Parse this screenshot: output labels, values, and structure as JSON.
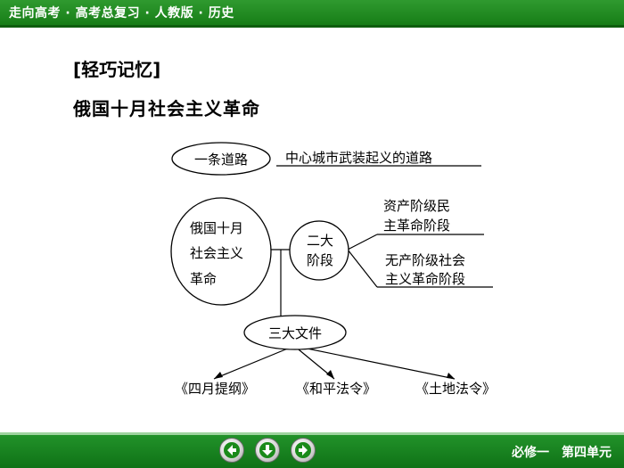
{
  "header": {
    "title": "走向高考 · 高考总复习 · 人教版 · 历史"
  },
  "content": {
    "heading1": "[轻巧记忆]",
    "heading2": "俄国十月社会主义革命"
  },
  "diagram": {
    "center_lines": [
      "俄国十月",
      "社会主义",
      "革命"
    ],
    "road_label": "一条道路",
    "road_text": "中心城市武装起义的道路",
    "stages_lines": [
      "二大",
      "阶段"
    ],
    "stage1_lines": [
      "资产阶级民",
      "主革命阶段"
    ],
    "stage2_lines": [
      "无产阶级社会",
      "主义革命阶段"
    ],
    "docs_label": "三大文件",
    "docs": [
      "《四月提纲》",
      "《和平法令》",
      "《土地法令》"
    ]
  },
  "footer": {
    "right_text": "必修一　第四单元"
  },
  "colors": {
    "bar_green": "#177d17",
    "icon_green": "#1a8a1a"
  }
}
